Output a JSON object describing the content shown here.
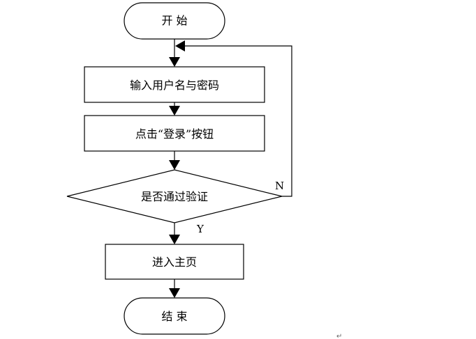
{
  "flowchart": {
    "start": "开 始",
    "input": "输入用户名与密码",
    "click": "点击“登录”按钮",
    "decision": "是否通过验证",
    "yes": "Y",
    "no": "N",
    "home": "进入主页",
    "end": "结 束"
  },
  "document": {
    "paragraph_mark": "↵"
  },
  "colors": {
    "stroke": "#000000",
    "background": "#ffffff"
  }
}
